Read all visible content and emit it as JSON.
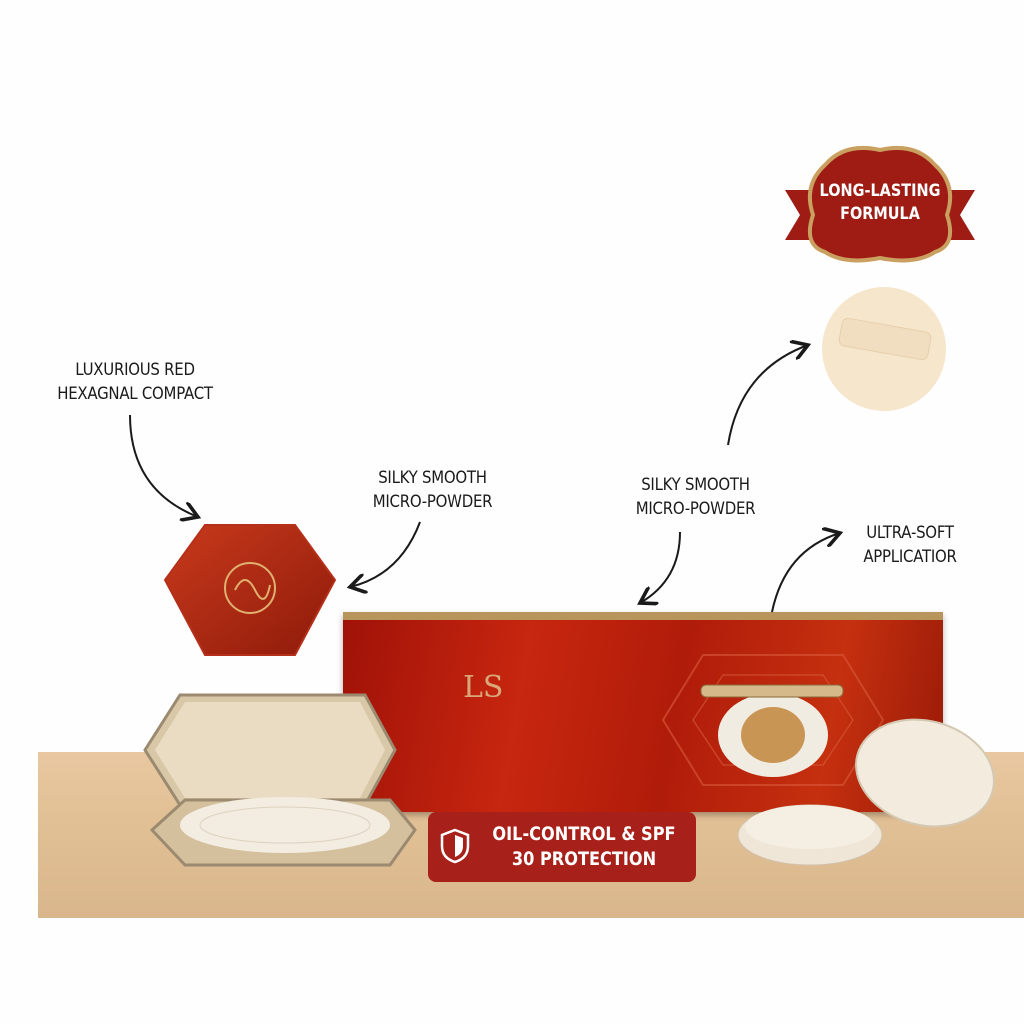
{
  "callouts": {
    "compact": [
      "LUXURIOUS RED",
      "HEXAGNAL COMPACT"
    ],
    "powder_left": [
      "SILKY SMOOTH",
      "MICRO-POWDER"
    ],
    "powder_right": [
      "SILKY SMOOTH",
      "MICRO-POWDER"
    ],
    "applicator": [
      "ULTRA-SOFT",
      "APPLICATIOR"
    ]
  },
  "badges": {
    "long_lasting": [
      "LONG-LASTING",
      "FORMULA"
    ],
    "oil_control": [
      "OIL-CONTROL & SPF",
      "30 PROTECTION"
    ]
  },
  "product": {
    "box_logo": "LS"
  },
  "colors": {
    "brand_red": "#a8201a",
    "gold": "#c9a060",
    "table": "#e2c096"
  }
}
